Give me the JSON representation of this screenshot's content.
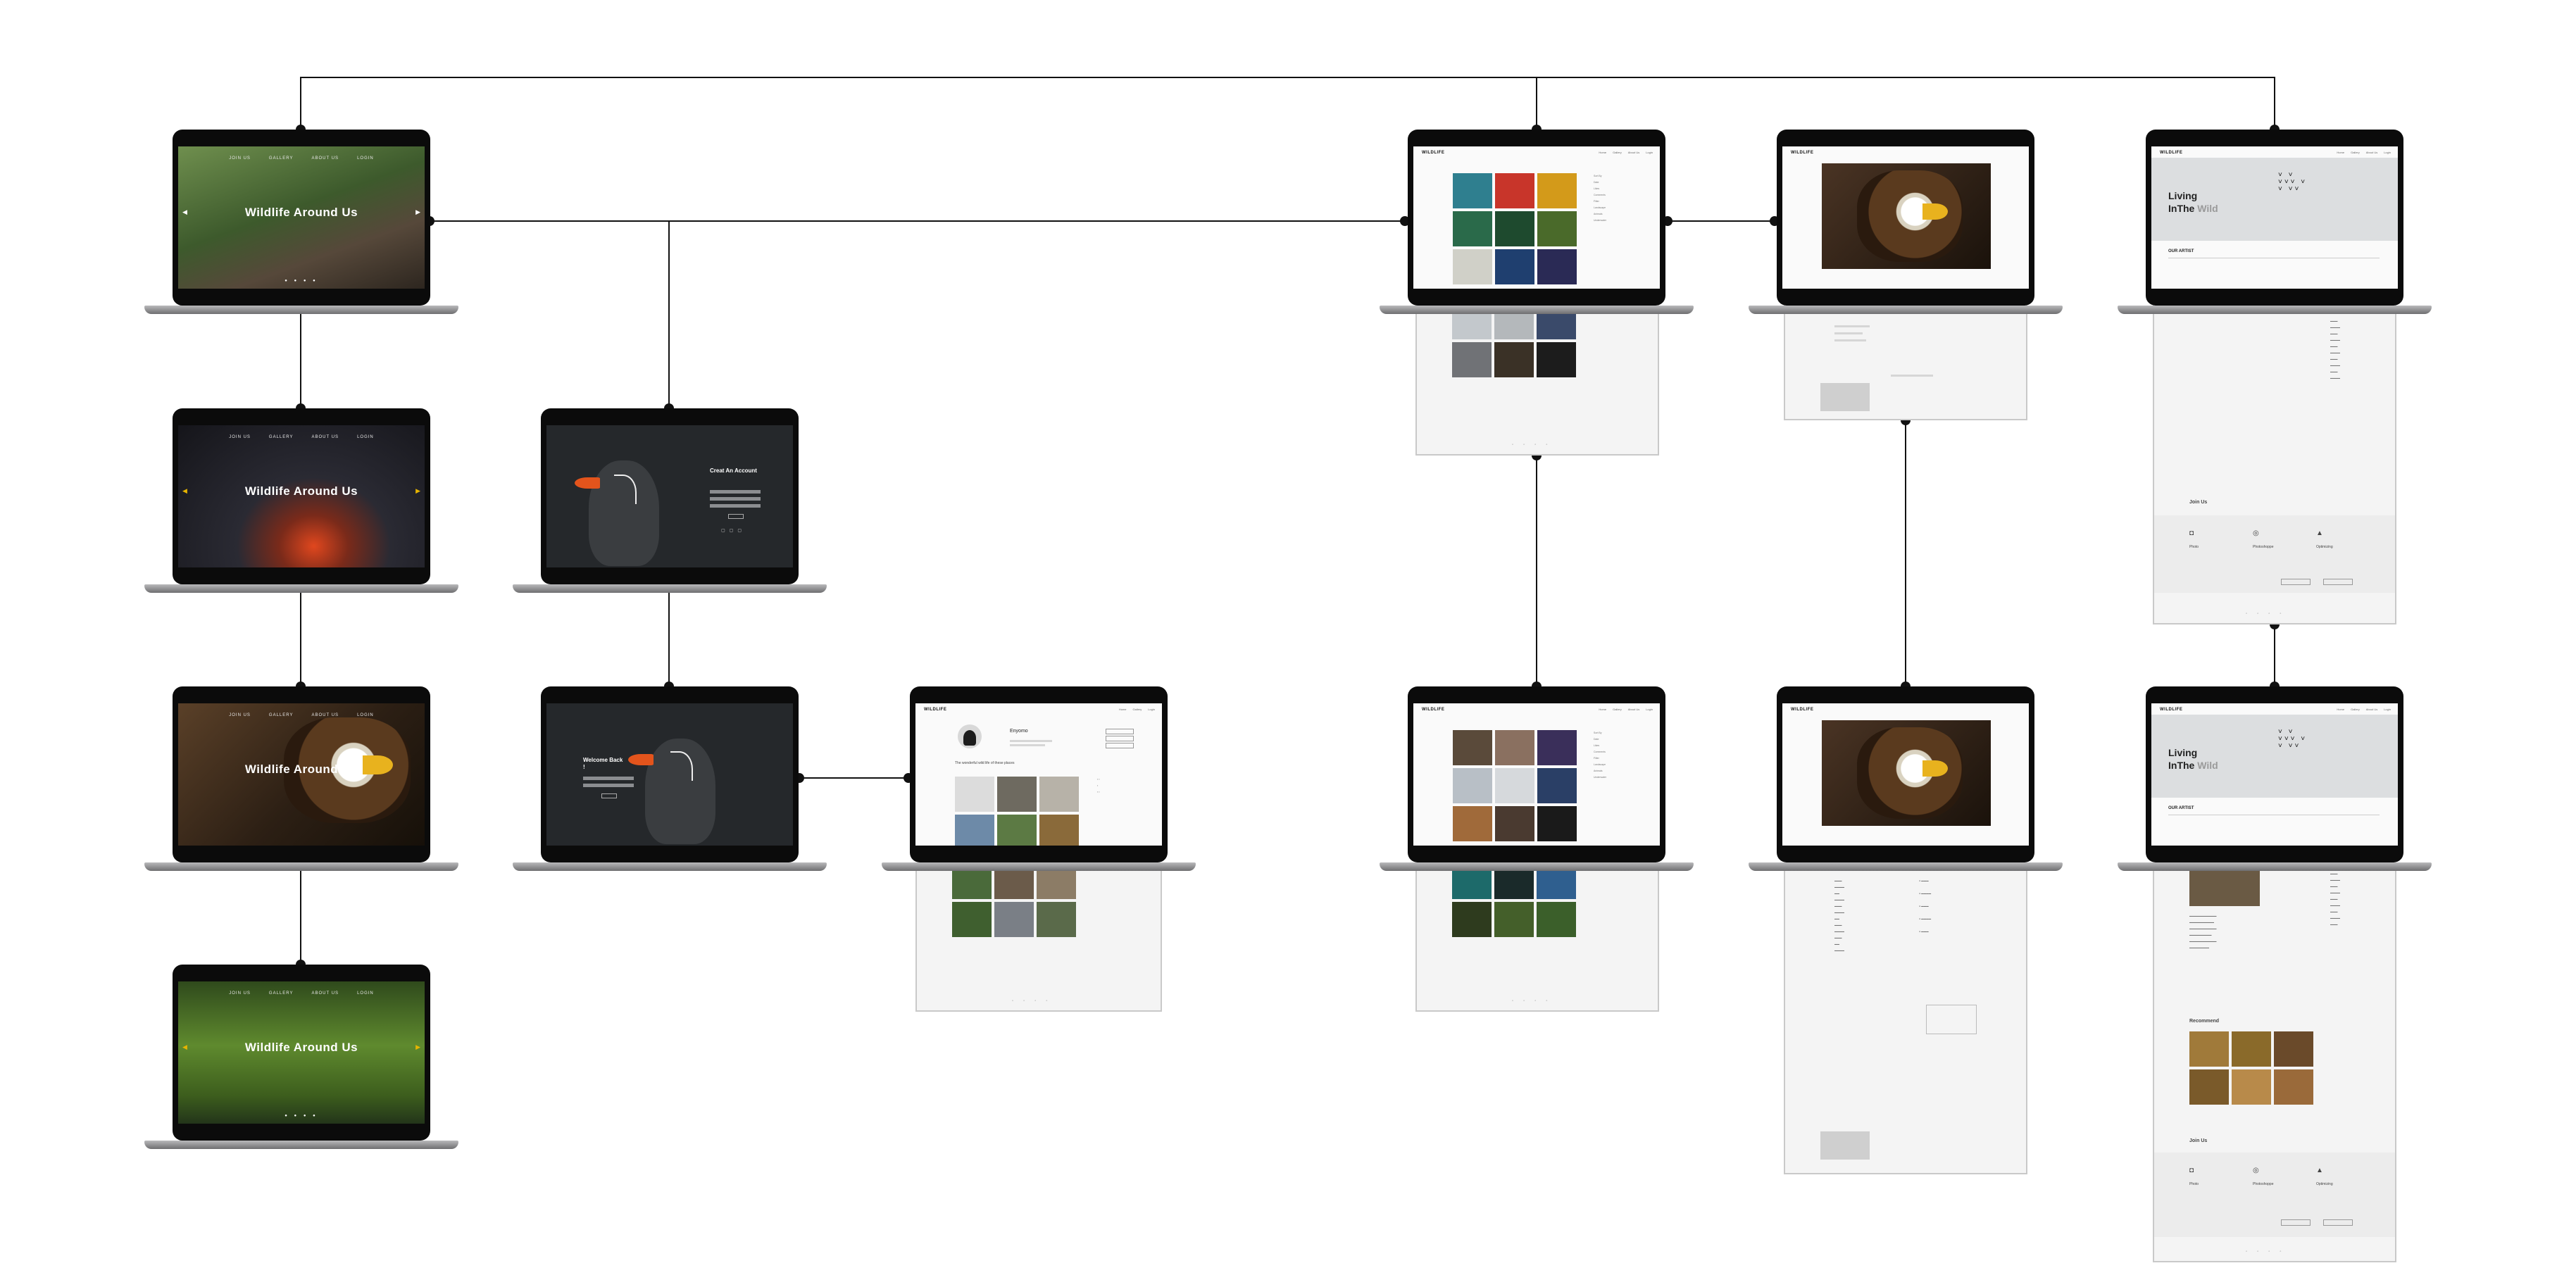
{
  "hero": {
    "title": "Wildlife Around Us",
    "nav": [
      "JOIN US",
      "GALLERY",
      "ABOUT US",
      "LOGIN"
    ],
    "prev_arrow": "◀",
    "next_arrow": "▶",
    "dots": "● ● ● ●"
  },
  "auth": {
    "create_title": "Creat An Account",
    "welcome_title": "Welcome Back !"
  },
  "brand": "WILDLIFE",
  "gallery": {
    "nav": [
      "Home",
      "Gallery",
      "About Us",
      "Login"
    ],
    "sidebar": [
      "Sort By",
      "Date",
      "Likes",
      "Comments",
      "Filter",
      "Landscape",
      "Animals",
      "Underwater"
    ]
  },
  "profile": {
    "name": "Enyomo",
    "subtitle": "The wonderful wild life of these places"
  },
  "about": {
    "heading_line1": "Living",
    "heading_line2a": "InThe",
    "heading_line2b": "Wild",
    "our_artist": "OUR ARTIST",
    "join_us": "Join Us",
    "recommend": "Recommend",
    "features": [
      "Photo",
      "Photoshoppe",
      "Optimizing"
    ]
  },
  "colors": {
    "connector": "#111111",
    "screen_bezel": "#0b0b0b",
    "page_bg": "#f4f4f4"
  }
}
